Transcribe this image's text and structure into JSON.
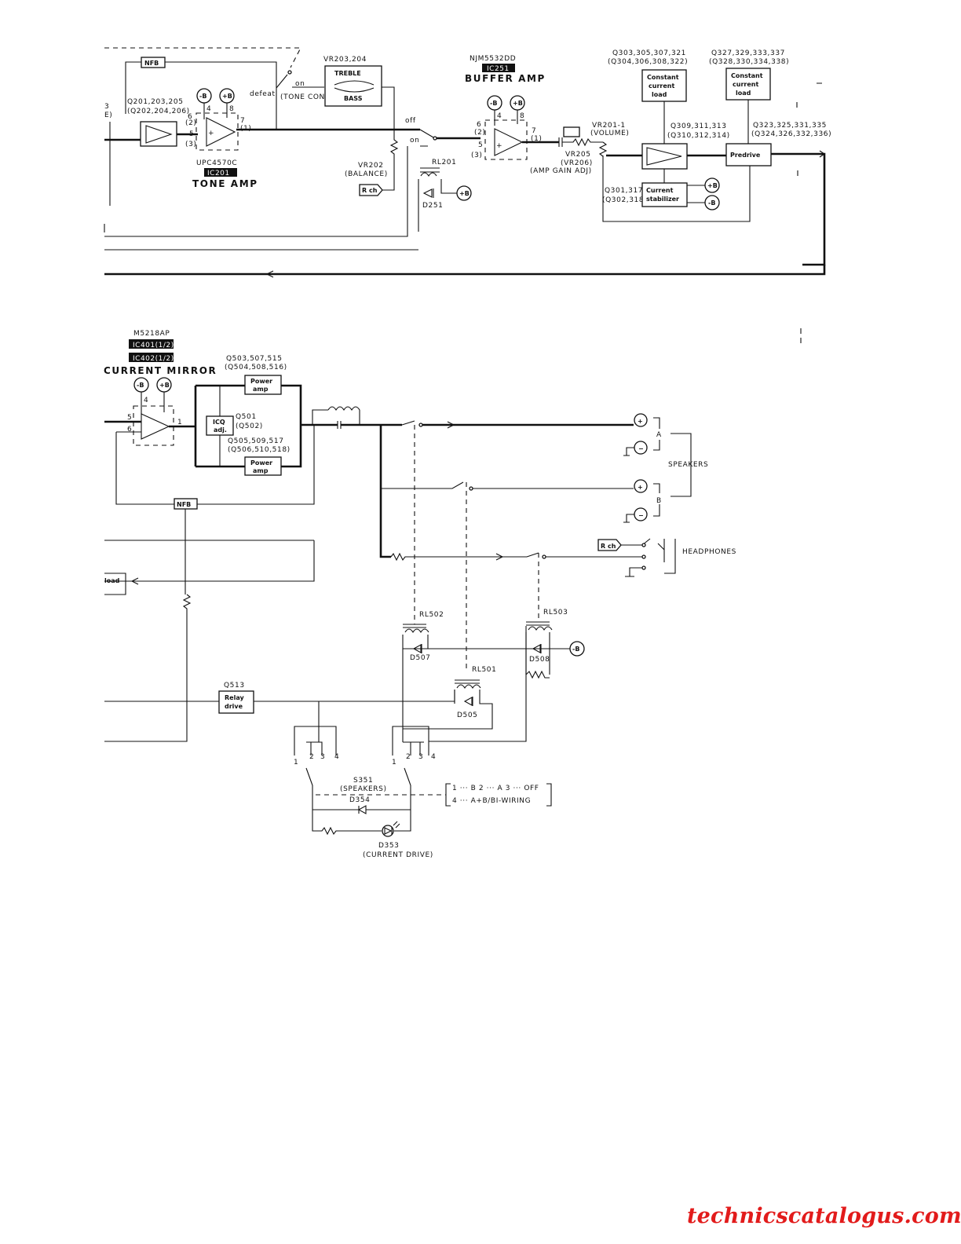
{
  "top": {
    "nfb": "NFB",
    "defeat": "defeat",
    "on": "on",
    "off": "off",
    "tone_control": "(TONE CONTROL)",
    "left_cut_1": "3",
    "left_cut_2": "E)",
    "q201": "Q201,203,205",
    "q202": "(Q202,204,206)",
    "tone_ic": "UPC4570C",
    "tone_badge": "IC201",
    "tone_amp": "TONE AMP",
    "vr203": "VR203,204",
    "treble": "TREBLE",
    "bass": "BASS",
    "vr202": "VR202",
    "balance": "(BALANCE)",
    "rch": "R ch",
    "rl201": "RL201",
    "d251": "D251",
    "buf_ic": "NJM5532DD",
    "buf_badge": "IC251",
    "buffer_amp": "BUFFER AMP",
    "vr201": "VR201-1",
    "volume": "(VOLUME)",
    "vr205": "VR205",
    "vr206": "(VR206)",
    "amp_gain": "(AMP GAIN ADJ)",
    "q303": "Q303,305,307,321",
    "q304": "(Q304,306,308,322)",
    "cc_load": [
      "Constant",
      "current",
      "load"
    ],
    "q327": "Q327,329,333,337",
    "q328": "(Q328,330,334,338)",
    "q309": "Q309,311,313",
    "q310": "(Q310,312,314)",
    "q323": "Q323,325,331,335",
    "q324": "(Q324,326,332,336)",
    "predrive": "Predrive",
    "q301": "Q301,317",
    "q302": "(Q302,318)",
    "stab": [
      "Current",
      "stabilizer"
    ],
    "minus_b": "-B",
    "plus_b": "+B",
    "pins": {
      "p2": "(2)",
      "p3": "(3)",
      "p1": "(1)",
      "n2": "2",
      "n3": "3",
      "n1": "1",
      "n4": "4",
      "n5": "5",
      "n6": "6",
      "n7": "7",
      "n8": "8"
    }
  },
  "bottom": {
    "cm_ic": "M5218AP",
    "cm_badge1": "IC401(1/2)",
    "cm_badge2": "IC402(1/2)",
    "current_mirror": "CURRENT MIRROR",
    "q503": "Q503,507,515",
    "q504": "(Q504,508,516)",
    "power_amp": [
      "Power",
      "amp"
    ],
    "icq": [
      "ICQ",
      "adj."
    ],
    "q501": "Q501",
    "q502": "(Q502)",
    "q505": "Q505,509,517",
    "q506": "(Q506,510,518)",
    "nfb": "NFB",
    "load": "load",
    "speakers": "SPEAKERS",
    "a": "A",
    "b": "B",
    "headphones": "HEADPHONES",
    "rch": "R ch",
    "rl502": "RL502",
    "rl503": "RL503",
    "rl501": "RL501",
    "d507": "D507",
    "d508": "D508",
    "d505": "D505",
    "q513": "Q513",
    "relay_drive": [
      "Relay",
      "drive"
    ],
    "s351": "S351",
    "s351_sub": "(SPEAKERS)",
    "legend_1": "1 ··· B   2 ··· A   3 ··· OFF",
    "legend_2": "4 ··· A+B/BI-WIRING",
    "d354": "D354",
    "d353": "D353",
    "current_drive": "(CURRENT DRIVE)",
    "minus_b": "-B",
    "plus_b": "+B",
    "plus": "+",
    "minus": "−",
    "pins": {
      "n1": "1",
      "n2": "2",
      "n3": "3",
      "n4": "4",
      "n5": "5",
      "n6": "6"
    }
  },
  "watermark": "technicscatalogus.com",
  "colors": {
    "ink": "#111111",
    "watermark": "#e21b1b",
    "badge": "#111111"
  }
}
